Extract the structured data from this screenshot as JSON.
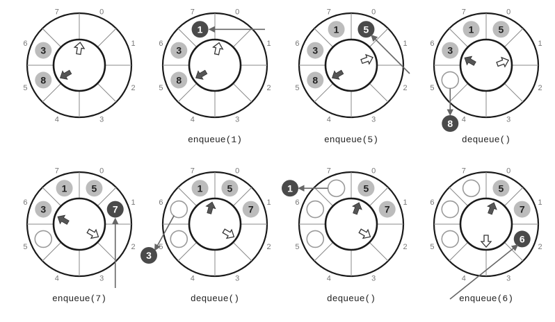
{
  "colors": {
    "ring": "#1a1a1a",
    "spoke": "#888888",
    "index_label": "#777777",
    "light_fill": "#bcbcbc",
    "dark_fill": "#4a4a4a",
    "empty_stroke": "#9a9a9a",
    "pointer_line": "#666666",
    "caption_text": "#222222"
  },
  "index_labels": [
    "0",
    "1",
    "2",
    "3",
    "4",
    "5",
    "6",
    "7"
  ],
  "panels": [
    {
      "caption": "",
      "slots": [
        {
          "index": 6,
          "value": "3",
          "state": "filled"
        },
        {
          "index": 5,
          "value": "8",
          "state": "filled"
        }
      ],
      "head_arrow": "hollow",
      "tail_arrow": "dark"
    },
    {
      "caption": "enqueue(1)",
      "slots": [
        {
          "index": 7,
          "value": "1",
          "state": "new"
        },
        {
          "index": 6,
          "value": "3",
          "state": "filled"
        },
        {
          "index": 5,
          "value": "8",
          "state": "filled"
        }
      ],
      "head_arrow": "hollow",
      "tail_arrow": "dark",
      "pointer": {
        "type": "incoming-from-right",
        "slot": 7
      }
    },
    {
      "caption": "enqueue(5)",
      "slots": [
        {
          "index": 7,
          "value": "1",
          "state": "filled"
        },
        {
          "index": 0,
          "value": "5",
          "state": "new"
        },
        {
          "index": 6,
          "value": "3",
          "state": "filled"
        },
        {
          "index": 5,
          "value": "8",
          "state": "filled"
        }
      ],
      "head_arrow": "hollow",
      "tail_arrow": "dark",
      "pointer": {
        "type": "incoming-diagonal",
        "slot": 0
      }
    },
    {
      "caption": "dequeue()",
      "slots": [
        {
          "index": 7,
          "value": "1",
          "state": "filled"
        },
        {
          "index": 0,
          "value": "5",
          "state": "filled"
        },
        {
          "index": 6,
          "value": "3",
          "state": "filled"
        },
        {
          "index": 5,
          "value": "",
          "state": "empty"
        }
      ],
      "head_arrow": "hollow",
      "tail_arrow": "dark",
      "pointer": {
        "type": "outgoing-down",
        "slot": 5,
        "value": "8"
      }
    },
    {
      "caption": "enqueue(7)",
      "slots": [
        {
          "index": 7,
          "value": "1",
          "state": "filled"
        },
        {
          "index": 0,
          "value": "5",
          "state": "filled"
        },
        {
          "index": 6,
          "value": "3",
          "state": "filled"
        },
        {
          "index": 5,
          "value": "",
          "state": "empty"
        },
        {
          "index": 1,
          "value": "7",
          "state": "new"
        }
      ],
      "head_arrow": "hollow",
      "tail_arrow": "dark",
      "pointer": {
        "type": "incoming-from-below",
        "slot": 1
      }
    },
    {
      "caption": "dequeue()",
      "slots": [
        {
          "index": 7,
          "value": "1",
          "state": "filled"
        },
        {
          "index": 0,
          "value": "5",
          "state": "filled"
        },
        {
          "index": 6,
          "value": "",
          "state": "empty"
        },
        {
          "index": 5,
          "value": "",
          "state": "empty"
        },
        {
          "index": 1,
          "value": "7",
          "state": "filled"
        }
      ],
      "head_arrow": "hollow",
      "tail_arrow": "dark",
      "pointer": {
        "type": "outgoing-down-left",
        "slot": 6,
        "value": "3"
      }
    },
    {
      "caption": "dequeue()",
      "slots": [
        {
          "index": 7,
          "value": "",
          "state": "empty"
        },
        {
          "index": 0,
          "value": "5",
          "state": "filled"
        },
        {
          "index": 6,
          "value": "",
          "state": "empty"
        },
        {
          "index": 5,
          "value": "",
          "state": "empty"
        },
        {
          "index": 1,
          "value": "7",
          "state": "filled"
        }
      ],
      "head_arrow": "hollow",
      "tail_arrow": "dark",
      "pointer": {
        "type": "outgoing-left",
        "slot": 7,
        "value": "1"
      }
    },
    {
      "caption": "enqueue(6)",
      "slots": [
        {
          "index": 7,
          "value": "",
          "state": "empty"
        },
        {
          "index": 0,
          "value": "5",
          "state": "filled"
        },
        {
          "index": 6,
          "value": "",
          "state": "empty"
        },
        {
          "index": 5,
          "value": "",
          "state": "empty"
        },
        {
          "index": 1,
          "value": "7",
          "state": "filled"
        },
        {
          "index": 2,
          "value": "6",
          "state": "new"
        }
      ],
      "head_arrow": "hollow",
      "tail_arrow": "dark",
      "pointer": {
        "type": "incoming-diagonal-up",
        "slot": 2
      }
    }
  ]
}
